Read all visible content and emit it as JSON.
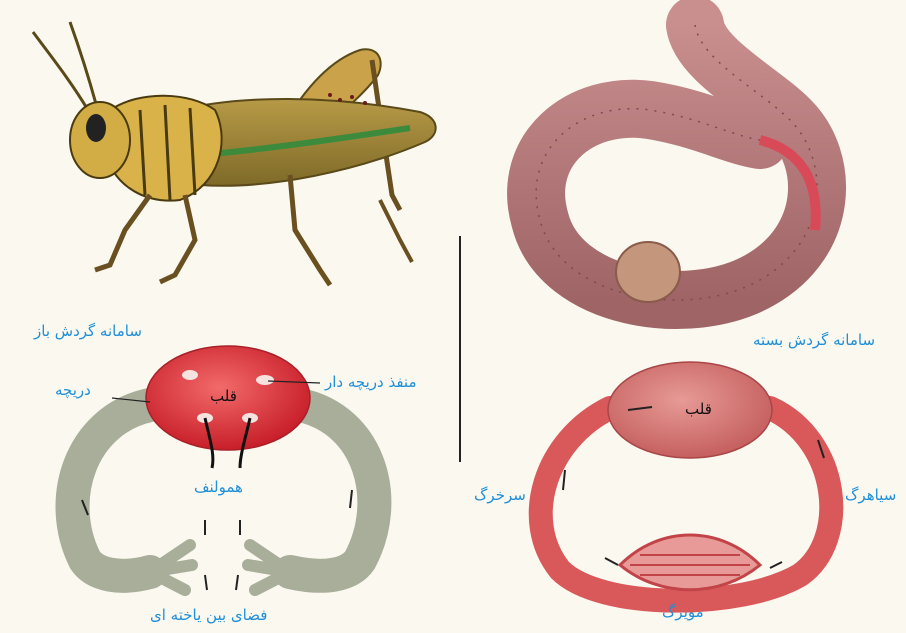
{
  "colors": {
    "label_blue": "#1f8fd8",
    "heart_red": "#e0353a",
    "vessel_gray": "#a8ae9a",
    "vessel_red": "#d9585a",
    "worm_pink": "#b8787a",
    "grasshopper_body": "#a88a3a"
  },
  "icons": {
    "grasshopper": "grasshopper-illustration",
    "earthworm": "earthworm-illustration"
  },
  "open_system": {
    "title": "سامانه گردش باز",
    "valve": "دریچه",
    "valved_opening": "منفذ دریچه دار",
    "heart": "قلب",
    "hemolymph": "همولنف",
    "interstitial_space": "فضای بین یاخته ای"
  },
  "closed_system": {
    "title": "سامانه گردش بسته",
    "heart": "قلب",
    "artery": "سرخرگ",
    "vein": "سیاهرگ",
    "capillary": "مویرگ"
  }
}
